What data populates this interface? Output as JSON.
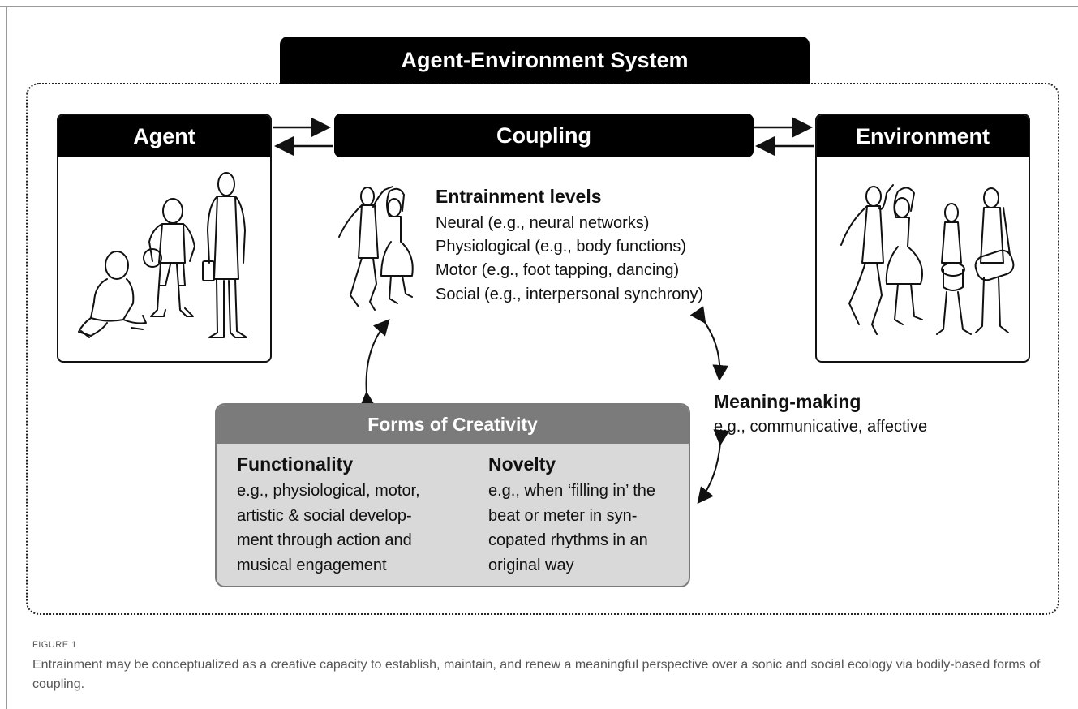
{
  "system_title": "Agent-Environment System",
  "agent": {
    "title": "Agent",
    "illustration": "people-figures-icon"
  },
  "coupling": {
    "title": "Coupling"
  },
  "environment": {
    "title": "Environment",
    "illustration": "dancers-drummers-icon"
  },
  "entrainment": {
    "title": "Entrainment levels",
    "items": [
      "Neural (e.g., neural networks)",
      "Physiological (e.g., body functions)",
      "Motor (e.g., foot tapping, dancing)",
      "Social (e.g., interpersonal synchrony)"
    ]
  },
  "meaning_making": {
    "title": "Meaning-making",
    "text": "e.g., communicative, affective"
  },
  "creativity": {
    "title": "Forms of Creativity",
    "functionality": {
      "title": "Functionality",
      "lines": [
        "e.g., physiological, motor,",
        "artistic & social develop-",
        "ment through action and",
        "musical engagement"
      ]
    },
    "novelty": {
      "title": "Novelty",
      "lines": [
        "e.g., when ‘filling in’ the",
        "beat or meter in syn-",
        "copated rhythms in an",
        "original way"
      ]
    }
  },
  "figure": {
    "label": "FIGURE 1",
    "caption": "Entrainment may be conceptualized as a creative capacity to establish, maintain, and renew a meaningful perspective over a sonic and social ecology via bodily-based forms of coupling."
  }
}
